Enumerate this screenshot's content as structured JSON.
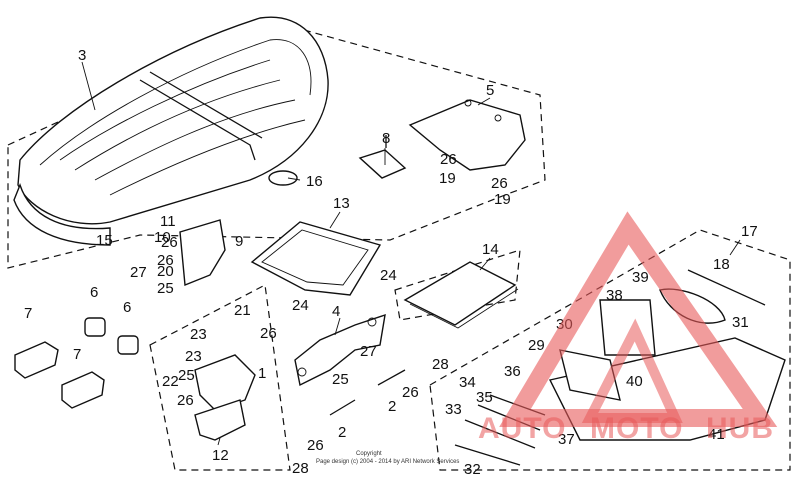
{
  "diagram": {
    "callouts": [
      "1",
      "2",
      "2",
      "3",
      "4",
      "5",
      "6",
      "6",
      "7",
      "7",
      "8",
      "9",
      "10",
      "11",
      "12",
      "13",
      "14",
      "15",
      "16",
      "17",
      "18",
      "19",
      "19",
      "20",
      "21",
      "22",
      "23",
      "23",
      "24",
      "24",
      "25",
      "25",
      "25",
      "26",
      "26",
      "26",
      "26",
      "26",
      "26",
      "26",
      "26",
      "27",
      "27",
      "28",
      "28",
      "29",
      "30",
      "31",
      "32",
      "33",
      "34",
      "35",
      "36",
      "37",
      "38",
      "39",
      "40",
      "41"
    ],
    "copyright_line1": "Copyright",
    "copyright_line2": "Page design (c) 2004 - 2014 by ARI Network Services"
  },
  "watermark": {
    "text_a": "AUTO",
    "text_b": "MOTO",
    "text_c": "HUB",
    "color": "#e85a5a"
  }
}
